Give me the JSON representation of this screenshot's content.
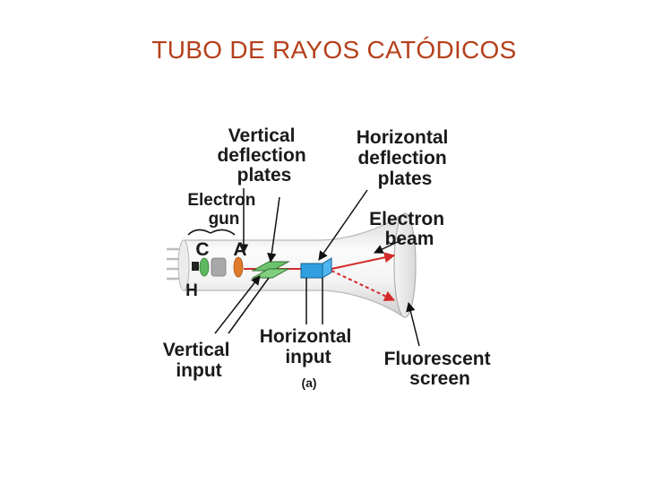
{
  "title": "TUBO DE RAYOS CATÓDICOS",
  "labels": {
    "vertical_deflection_plates": [
      "Vertical",
      "deflection",
      "plates"
    ],
    "horizontal_deflection_plates": [
      "Horizontal",
      "deflection",
      "plates"
    ],
    "electron_gun": [
      "Electron",
      "gun"
    ],
    "electron_beam": [
      "Electron",
      "beam"
    ],
    "cathode": "C",
    "anode": "A",
    "heater": "H",
    "vertical_input": [
      "Vertical",
      "input"
    ],
    "horizontal_input": [
      "Horizontal",
      "input"
    ],
    "fluorescent_screen": [
      "Fluorescent",
      "screen"
    ],
    "figure_tag": "(a)"
  },
  "colors": {
    "title": "#b5401c",
    "beam": "#d42a2a",
    "vertical_plates": "#6cc26c",
    "horizontal_plates": "#2f9fe0",
    "cathode_disc": "#5fb860",
    "grid_disc": "#9a9a9a",
    "anode_disc": "#e07a2a"
  }
}
